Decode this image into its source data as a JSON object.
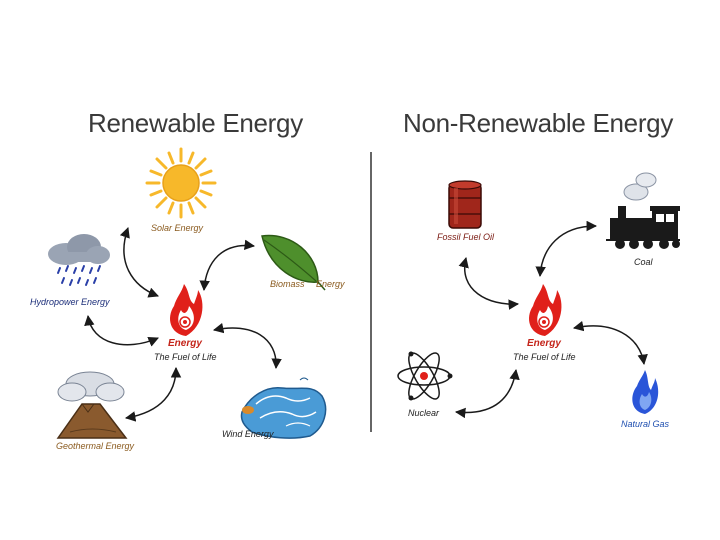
{
  "renewable": {
    "title": "Renewable Energy",
    "center_title": "Energy",
    "center_subtitle": "The Fuel of Life",
    "sources": {
      "solar": "Solar Energy",
      "biomass_a": "Biomass",
      "biomass_b": "Energy",
      "hydro": "Hydropower Energy",
      "geothermal": "Geothermal Energy",
      "wind": "Wind Energy"
    }
  },
  "nonrenewable": {
    "title": "Non-Renewable Energy",
    "center_title": "Energy",
    "center_subtitle": "The Fuel of Life",
    "sources": {
      "fossil_oil": "Fossil Fuel Oil",
      "coal": "Coal",
      "nuclear": "Nuclear",
      "natural_gas": "Natural Gas"
    }
  },
  "colors": {
    "title": "#3a3a3a",
    "arrow": "#1a1a1a",
    "flame_red": "#e0201a",
    "sun": "#f7b82a",
    "leaf": "#4e8f2c",
    "cloud": "#9aa4b4",
    "rain": "#2a3fa8",
    "barrel": "#a0261b",
    "gas_flame": "#2a55d8",
    "water": "#4a9bd6",
    "divider": "#333333"
  },
  "icons": [
    "sun-icon",
    "leaf-icon",
    "rain-cloud-icon",
    "volcano-icon",
    "wave-icon",
    "flame-icon",
    "oil-barrel-icon",
    "locomotive-icon",
    "atom-icon",
    "gas-flame-icon"
  ]
}
